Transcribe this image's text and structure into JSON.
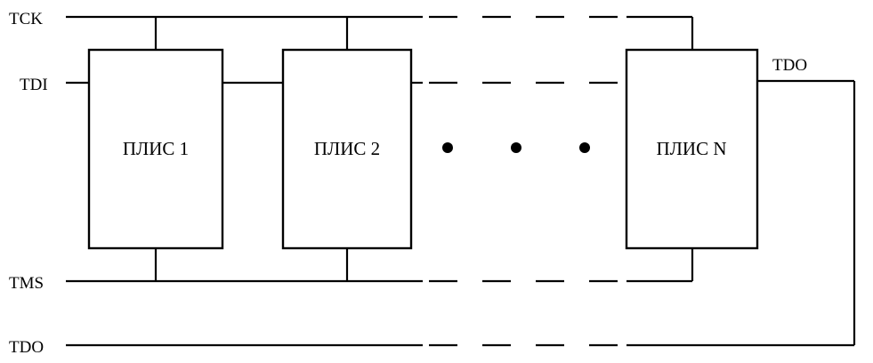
{
  "signals": {
    "tck": "TCK",
    "tdi": "TDI",
    "tms": "TMS",
    "tdo_in": "TDO",
    "tdo_out": "TDO"
  },
  "chips": [
    {
      "label": "ПЛИС 1"
    },
    {
      "label": "ПЛИС 2"
    },
    {
      "label": "ПЛИС N"
    }
  ],
  "ellipsis_dots": 3
}
